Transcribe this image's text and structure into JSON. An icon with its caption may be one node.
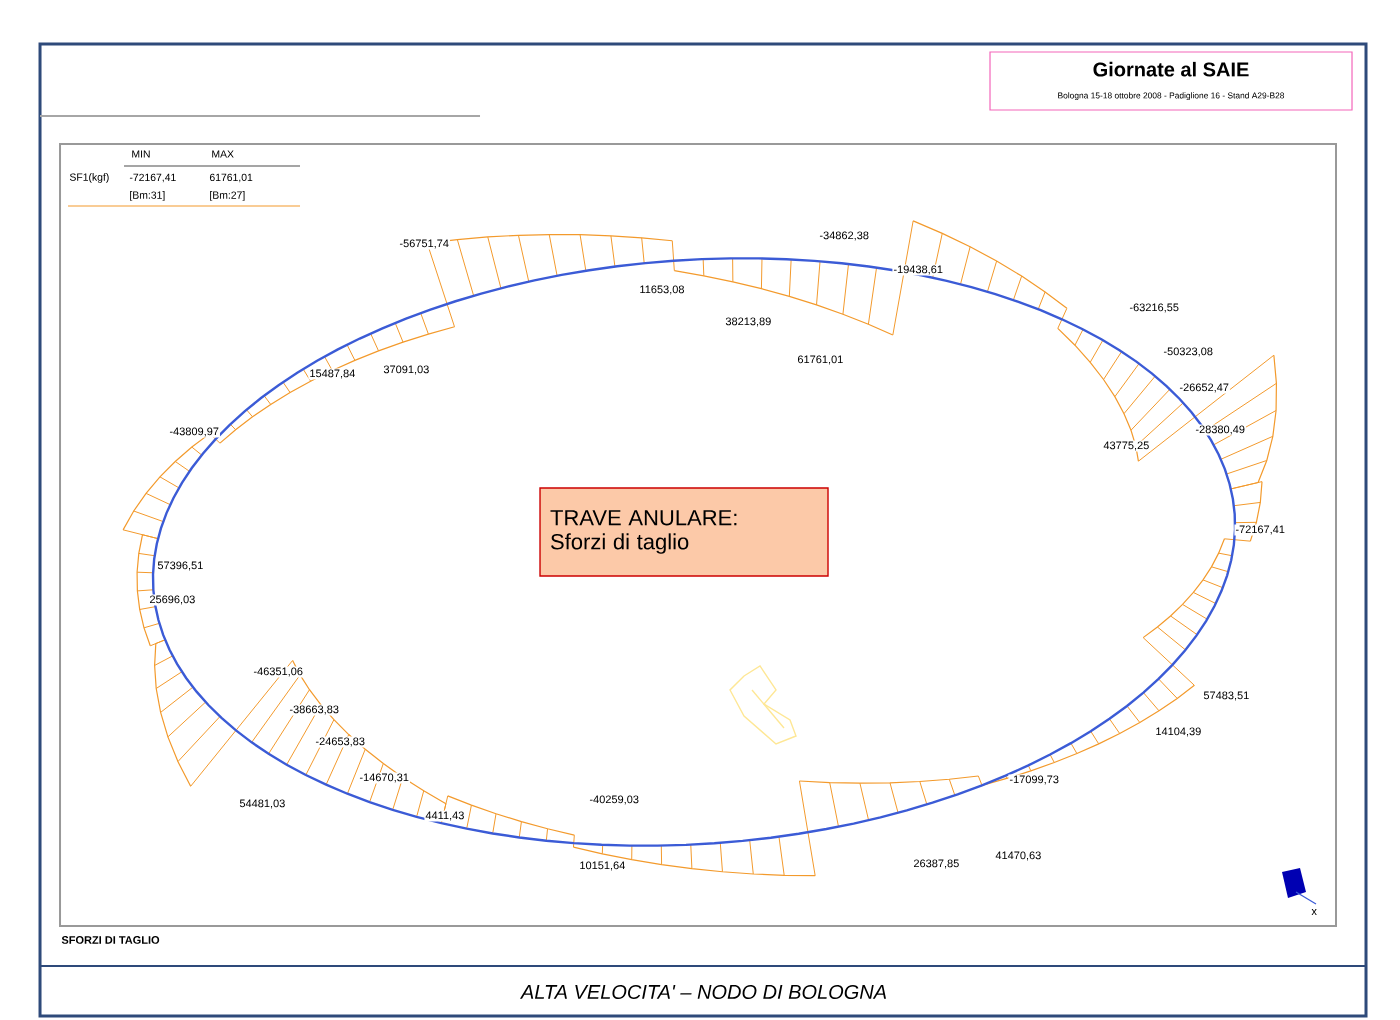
{
  "diagram": {
    "caption": "ALTA VELOCITA' – NODO DI BOLOGNA",
    "nodes": [
      {
        "text": [
          "Giornate al SAIE",
          "Bologna 15-18 ottobre 2008 - Padiglione 16 - Stand A29-B28"
        ]
      },
      {
        "text": [
          "TRAVE ANULARE:",
          "Sforzi di taglio"
        ]
      }
    ],
    "labels": [
      "MIN",
      "MAX",
      "SF1(kgf)",
      "-72167,41",
      "61761,01",
      "[Bm:31]",
      "[Bm:27]",
      "-34862,38",
      "-56751,74",
      "-19438,61",
      "11653,08",
      "-63216,55",
      "38213,89",
      "-50323,08",
      "61761,01",
      "37091,03",
      "15487,84",
      "-26652,47",
      "-28380,49",
      "-43809,97",
      "43775,25",
      "-72167,41",
      "57396,51",
      "25696,03",
      "-46351,06",
      "57483,51",
      "-38663,83",
      "14104,39",
      "-24653,83",
      "-14670,31",
      "-17099,73",
      "-40259,03",
      "54481,03",
      "4411,43",
      "41470,63",
      "26387,85",
      "10151,64",
      "x",
      "SFORZI DI TAGLIO"
    ]
  }
}
